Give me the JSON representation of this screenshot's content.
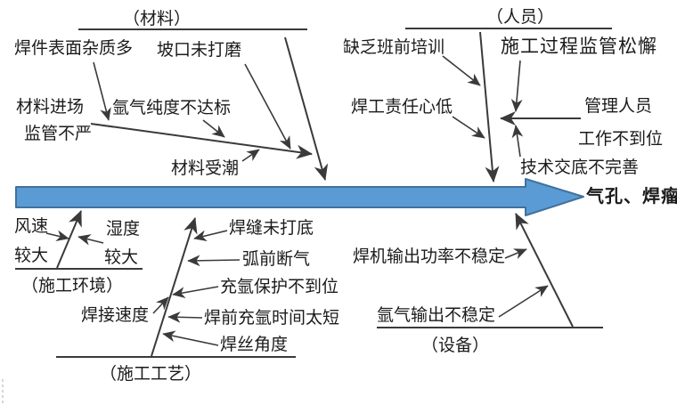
{
  "diagram": {
    "kind": "fishbone-cause-effect",
    "effect_label": "气孔、焊瘤",
    "colors": {
      "main_arrow_fill": "#5B9BD5",
      "main_arrow_stroke": "#41719C",
      "line": "#3a3a3a",
      "text": "#1b1b1b"
    },
    "materials": {
      "header": "（材料）",
      "causes": [
        "焊件表面杂质多",
        "坡口未打磨",
        "材料进场",
        "监管不严",
        "氩气纯度不达标",
        "材料受潮"
      ]
    },
    "personnel": {
      "header": "（人员）",
      "causes": [
        "缺乏班前培训",
        "施工过程监管松懈",
        "焊工责任心低",
        "管理人员",
        "工作不到位",
        "技术交底不完善"
      ]
    },
    "environment": {
      "header": "（施工环境）",
      "causes": [
        "风速",
        "较大",
        "湿度",
        "较大"
      ]
    },
    "process": {
      "header": "（施工工艺）",
      "causes": [
        "焊缝未打底",
        "弧前断气",
        "充氩保护不到位",
        "焊接速度",
        "焊前充氩时间太短",
        "焊丝角度"
      ]
    },
    "equipment": {
      "header": "（设备）",
      "causes": [
        "焊机输出功率不稳定",
        "氩气输出不稳定"
      ]
    }
  }
}
